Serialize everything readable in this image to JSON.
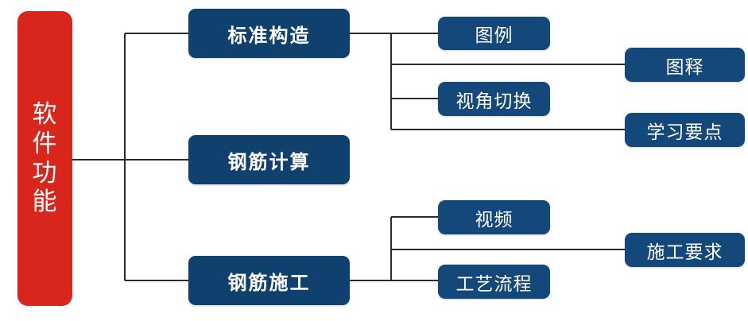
{
  "diagram": {
    "title": "软件功能",
    "root": {
      "id": "root",
      "label": "软件功能",
      "chars": [
        "软",
        "件",
        "功",
        "能"
      ],
      "color": "#D9261C",
      "text_color": "#FFFFFF"
    },
    "line_color": "#2B2B2B",
    "level2_color": "#10406E",
    "level3_color": "#15487A",
    "background": "#FFFFFF",
    "branches": [
      {
        "id": "branch-biaozhun",
        "label": "标准构造",
        "level": 2,
        "children": [
          {
            "id": "node-tuli",
            "label": "图例",
            "level": 3
          },
          {
            "id": "node-tushi",
            "label": "图释",
            "level": 3
          },
          {
            "id": "node-shijiaoqiehuan",
            "label": "视角切换",
            "level": 3
          },
          {
            "id": "node-xuexiyaodian",
            "label": "学习要点",
            "level": 3
          }
        ]
      },
      {
        "id": "branch-gangjinjisuan",
        "label": "钢筋计算",
        "level": 2,
        "children": []
      },
      {
        "id": "branch-gangjinshigong",
        "label": "钢筋施工",
        "level": 2,
        "children": [
          {
            "id": "node-shipin",
            "label": "视频",
            "level": 3
          },
          {
            "id": "node-shigongyaoqiu",
            "label": "施工要求",
            "level": 3
          },
          {
            "id": "node-gongyiliucheng",
            "label": "工艺流程",
            "level": 3
          }
        ]
      }
    ]
  }
}
